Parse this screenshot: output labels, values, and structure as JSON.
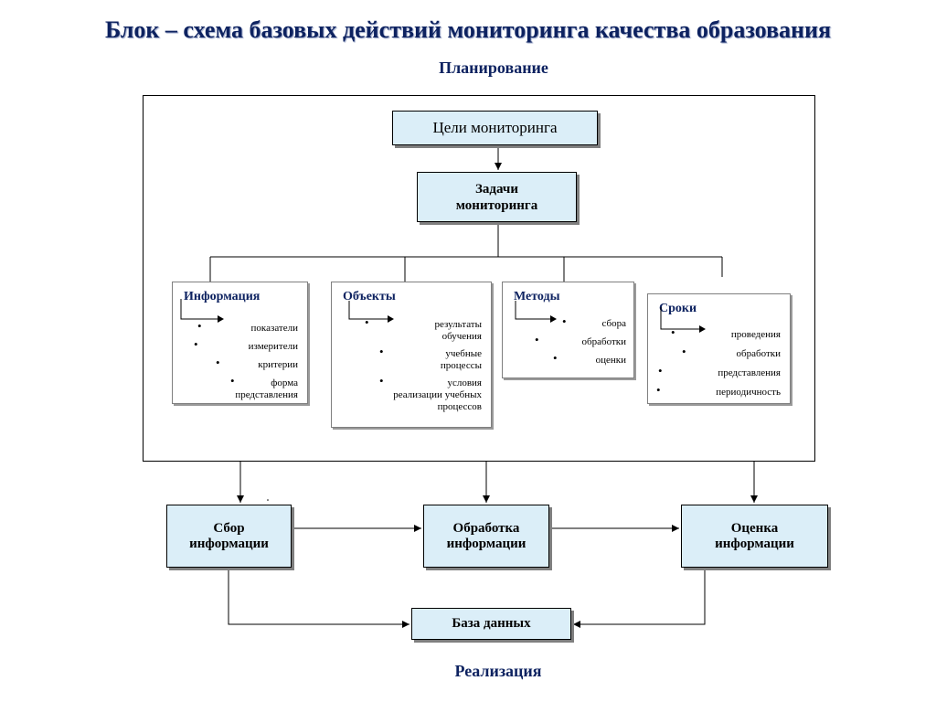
{
  "title": "Блок – схема базовых действий мониторинга качества образования",
  "subtitle": "Планирование",
  "footer": "Реализация",
  "colors": {
    "title": "#0d2260",
    "box_fill": "#dbeef8",
    "box_shadow": "#7f7f7f"
  },
  "goals": "Цели мониторинга",
  "tasks": [
    "Задачи",
    "мониторинга"
  ],
  "cards": {
    "info": {
      "title": "Информация",
      "items": [
        "показатели",
        "измерители",
        "критерии",
        "форма",
        "представления"
      ]
    },
    "objects": {
      "title": "Объекты",
      "items": [
        "результаты",
        "обучения",
        "учебные",
        "процессы",
        "условия",
        "реализации учебных",
        "процессов"
      ]
    },
    "methods": {
      "title": "Методы",
      "items": [
        "сбора",
        "обработки",
        "оценки"
      ]
    },
    "terms": {
      "title": "Сроки",
      "items": [
        "проведения",
        "обработки",
        "представления",
        "периодичность"
      ]
    }
  },
  "flow": {
    "collect": [
      "Сбор",
      "информации"
    ],
    "process": [
      "Обработка",
      "информации"
    ],
    "evaluate": [
      "Оценка",
      "информации"
    ],
    "database": "База данных"
  }
}
